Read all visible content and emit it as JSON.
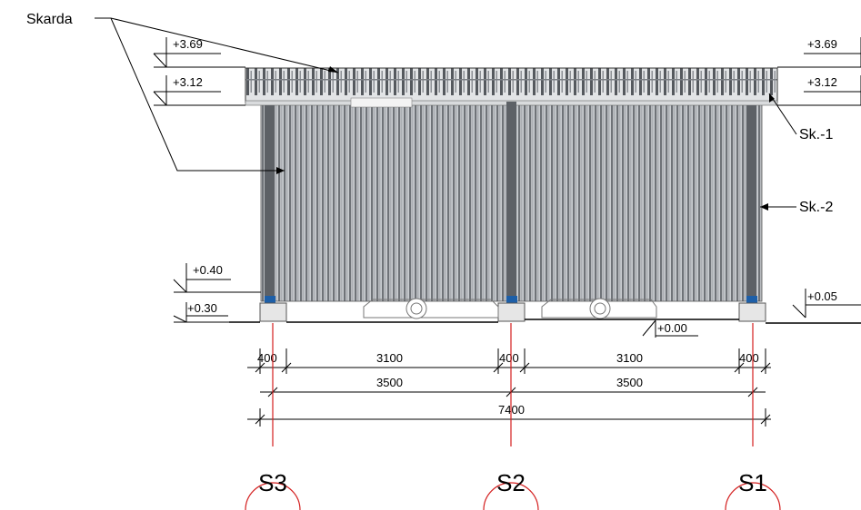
{
  "labels": {
    "skarda": "Skarda",
    "sk1": "Sk.-1",
    "sk2": "Sk.-2"
  },
  "levels": {
    "left_top": "+3.69",
    "left_eave": "+3.12",
    "right_top": "+3.69",
    "right_eave": "+3.12",
    "left_plinth_top": "+0.40",
    "left_plinth_base": "+0.30",
    "right_base": "+0.05",
    "ground": "+0.00"
  },
  "dimensions": {
    "row1": [
      "400",
      "3100",
      "400",
      "3100",
      "400"
    ],
    "row2": [
      "3500",
      "3500"
    ],
    "total": "7400"
  },
  "axes": [
    "S3",
    "S2",
    "S1"
  ],
  "colors": {
    "axis": "#d42020",
    "line": "#000000",
    "panel_dark": "#6f7378",
    "panel_light": "#c9ccd0",
    "column_blue": "#1d5fa8"
  }
}
